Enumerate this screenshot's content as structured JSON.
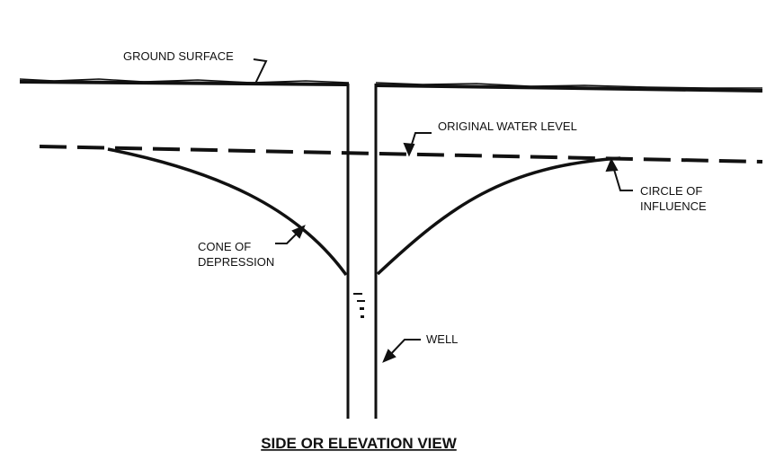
{
  "labels": {
    "ground_surface": "GROUND SURFACE",
    "original_water_level": "ORIGINAL WATER LEVEL",
    "circle_of_influence_line1": "CIRCLE OF",
    "circle_of_influence_line2": "INFLUENCE",
    "cone_line1": "CONE OF",
    "cone_line2": "DEPRESSION",
    "well": "WELL"
  },
  "title": "SIDE OR ELEVATION VIEW",
  "colors": {
    "ink": "#111111",
    "background": "#ffffff"
  }
}
